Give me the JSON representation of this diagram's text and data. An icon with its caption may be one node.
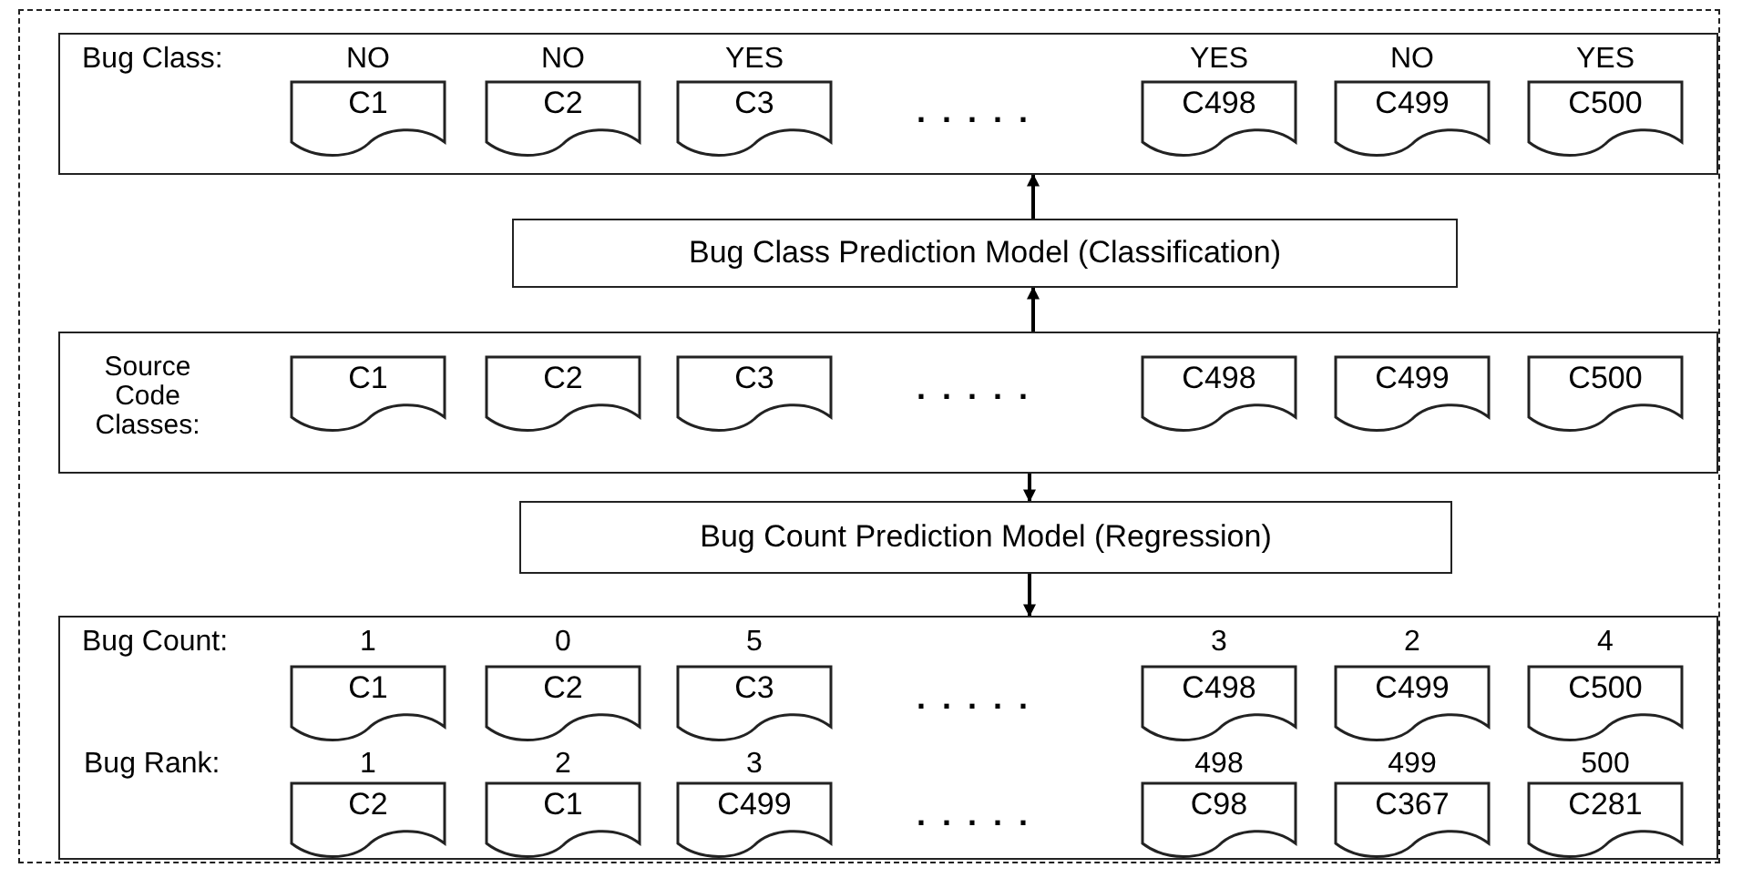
{
  "diagram": {
    "nodes": [
      {
        "text": [
          "Bug Class:"
        ]
      },
      {
        "text": [
          "C1"
        ],
        "in": 0,
        "beside": [
          "NO"
        ]
      },
      {
        "text": [
          "C2"
        ],
        "in": 0,
        "beside": [
          "NO"
        ]
      },
      {
        "text": [
          "C3"
        ],
        "in": 0,
        "beside": [
          "YES"
        ]
      },
      {
        "text": [
          "C498"
        ],
        "in": 0,
        "beside": [
          "YES"
        ]
      },
      {
        "text": [
          "C499"
        ],
        "in": 0,
        "beside": [
          "NO"
        ]
      },
      {
        "text": [
          "C500"
        ],
        "in": 0,
        "beside": [
          "YES"
        ]
      },
      {
        "text": [
          "Bug Class Prediction Model (Classification)"
        ]
      },
      {
        "text": [
          "Source Code Classes:"
        ]
      },
      {
        "text": [
          "C1"
        ],
        "in": 8
      },
      {
        "text": [
          "C2"
        ],
        "in": 8
      },
      {
        "text": [
          "C3"
        ],
        "in": 8
      },
      {
        "text": [
          "C498"
        ],
        "in": 8
      },
      {
        "text": [
          "C499"
        ],
        "in": 8
      },
      {
        "text": [
          "C500"
        ],
        "in": 8
      },
      {
        "text": [
          "Bug Count Prediction Model (Regression)"
        ]
      },
      {
        "text": [
          "Bug Count:",
          "Bug Rank:"
        ]
      },
      {
        "text": [
          "C1"
        ],
        "in": 16,
        "beside": [
          "1"
        ]
      },
      {
        "text": [
          "C2"
        ],
        "in": 16,
        "beside": [
          "0"
        ]
      },
      {
        "text": [
          "C3"
        ],
        "in": 16,
        "beside": [
          "5"
        ]
      },
      {
        "text": [
          "C498"
        ],
        "in": 16,
        "beside": [
          "3"
        ]
      },
      {
        "text": [
          "C499"
        ],
        "in": 16,
        "beside": [
          "2"
        ]
      },
      {
        "text": [
          "C500"
        ],
        "in": 16,
        "beside": [
          "4"
        ]
      },
      {
        "text": [
          "C2"
        ],
        "in": 16,
        "beside": [
          "1"
        ]
      },
      {
        "text": [
          "C1"
        ],
        "in": 16,
        "beside": [
          "2"
        ]
      },
      {
        "text": [
          "C499"
        ],
        "in": 16,
        "beside": [
          "3"
        ]
      },
      {
        "text": [
          "C98"
        ],
        "in": 16,
        "beside": [
          "498"
        ]
      },
      {
        "text": [
          "C367"
        ],
        "in": 16,
        "beside": [
          "499"
        ]
      },
      {
        "text": [
          "C281"
        ],
        "in": 16,
        "beside": [
          "500"
        ]
      }
    ],
    "edges": [
      {
        "from": 8,
        "to": 7,
        "arrow": "to"
      },
      {
        "from": 7,
        "to": 0,
        "arrow": "to"
      },
      {
        "from": 8,
        "to": 15,
        "arrow": "to"
      },
      {
        "from": 15,
        "to": 16,
        "arrow": "to"
      }
    ],
    "labels": [
      ". . . . .",
      ". . . . .",
      ". . . . .",
      ". . . . ."
    ]
  }
}
